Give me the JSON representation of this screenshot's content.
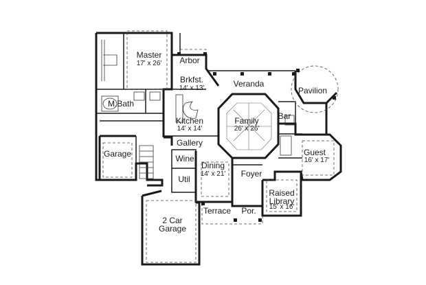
{
  "rooms": {
    "master": {
      "name": "Master",
      "dim": "17' x 26'"
    },
    "arbor": {
      "name": "Arbor"
    },
    "brkfst": {
      "name": "Brkfst.",
      "dim": "14' x 13'"
    },
    "veranda": {
      "name": "Veranda"
    },
    "pavilion": {
      "name": "Pavilion"
    },
    "mbath": {
      "name": "M.Bath"
    },
    "bar": {
      "name": "Bar"
    },
    "kitchen": {
      "name": "Kitchen",
      "dim": "14' x 14'"
    },
    "family": {
      "name": "Family",
      "dim": "26' x 26'"
    },
    "gallery": {
      "name": "Gallery"
    },
    "garage": {
      "name": "Garage"
    },
    "wine": {
      "name": "Wine"
    },
    "guest": {
      "name": "Guest",
      "dim": "16' x 17'"
    },
    "dining": {
      "name": "Dining",
      "dim": "14' x 21'"
    },
    "foyer": {
      "name": "Foyer"
    },
    "util": {
      "name": "Util"
    },
    "library": {
      "name": "Raised",
      "name2": "Library",
      "dim": "15' x 16'"
    },
    "terrace": {
      "name": "Terrace"
    },
    "porch": {
      "name": "Por."
    },
    "garage2": {
      "name": "2 Car",
      "name2": "Garage"
    }
  }
}
